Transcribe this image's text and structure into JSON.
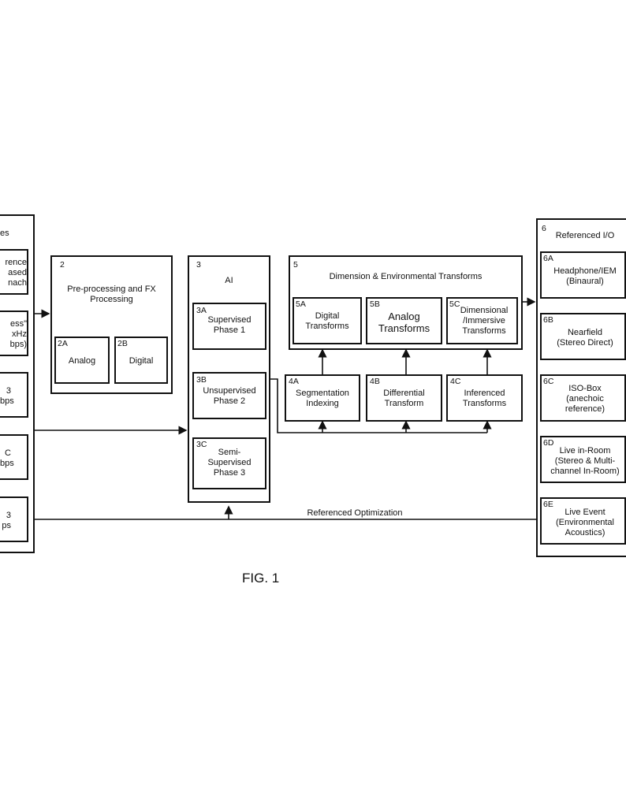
{
  "figure_label": "FIG. 1",
  "block1": {
    "title": "es",
    "items": [
      [
        "rence",
        "ased",
        "nach"
      ],
      [
        "ess\"",
        "xHz",
        "bps)"
      ],
      [
        "3",
        "bps"
      ],
      [
        "C",
        "bps"
      ],
      [
        "3",
        "ps"
      ]
    ]
  },
  "block2": {
    "num": "2",
    "title_line1": "Pre-processing and FX",
    "title_line2": "Processing",
    "sub": [
      {
        "num": "2A",
        "label": "Analog"
      },
      {
        "num": "2B",
        "label": "Digital"
      }
    ]
  },
  "block3": {
    "num": "3",
    "title": "AI",
    "sub": [
      {
        "num": "3A",
        "lines": [
          "Supervised",
          "Phase 1"
        ]
      },
      {
        "num": "3B",
        "lines": [
          "Unsupervised",
          "Phase 2"
        ]
      },
      {
        "num": "3C",
        "lines": [
          "Semi-",
          "Supervised",
          "Phase 3"
        ]
      }
    ]
  },
  "block4": {
    "sub": [
      {
        "num": "4A",
        "lines": [
          "Segmentation",
          "Indexing"
        ]
      },
      {
        "num": "4B",
        "lines": [
          "Differential",
          "Transform"
        ]
      },
      {
        "num": "4C",
        "lines": [
          "Inferenced",
          "Transforms"
        ]
      }
    ]
  },
  "block5": {
    "num": "5",
    "title": "Dimension & Environmental Transforms",
    "sub": [
      {
        "num": "5A",
        "lines": [
          "Digital",
          "Transforms"
        ]
      },
      {
        "num": "5B",
        "lines": [
          "Analog",
          "Transforms"
        ]
      },
      {
        "num": "5C",
        "lines": [
          "Dimensional",
          "/Immersive",
          "Transforms"
        ]
      }
    ]
  },
  "block6": {
    "num": "6",
    "title": "Referenced I/O",
    "sub": [
      {
        "num": "6A",
        "lines": [
          "Headphone/IEM",
          "(Binaural)"
        ]
      },
      {
        "num": "6B",
        "lines": [
          "Nearfield",
          "(Stereo Direct)"
        ]
      },
      {
        "num": "6C",
        "lines": [
          "ISO-Box",
          "(anechoic",
          "reference)"
        ]
      },
      {
        "num": "6D",
        "lines": [
          "Live in-Room",
          "(Stereo & Multi-",
          "channel In-Room)"
        ]
      },
      {
        "num": "6E",
        "lines": [
          "Live Event",
          "(Environmental",
          "Acoustics)"
        ]
      }
    ]
  },
  "feedback_label": "Referenced Optimization"
}
